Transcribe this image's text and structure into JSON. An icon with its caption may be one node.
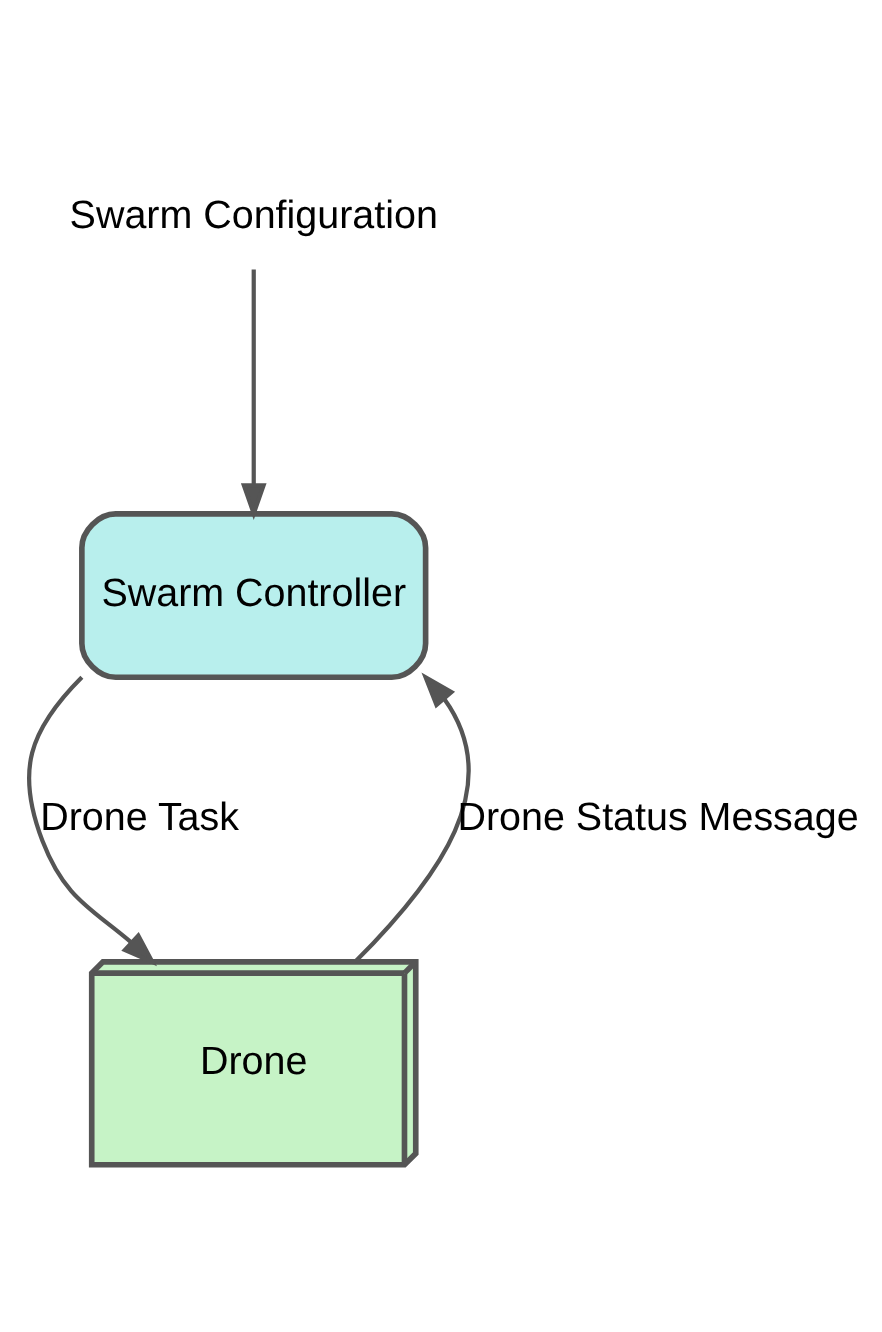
{
  "diagram": {
    "nodes": [
      {
        "text": [
          "Swarm Configuration"
        ]
      },
      {
        "text": [
          "Swarm Controller"
        ]
      },
      {
        "text": [
          "Drone"
        ]
      }
    ],
    "edges": [
      {
        "from": 0,
        "to": 1,
        "arrow": "to"
      },
      {
        "from": 1,
        "to": 2,
        "arrow": "to",
        "label": "Drone Task"
      },
      {
        "from": 2,
        "to": 1,
        "arrow": "to",
        "label": "Drone Status Message"
      }
    ]
  }
}
